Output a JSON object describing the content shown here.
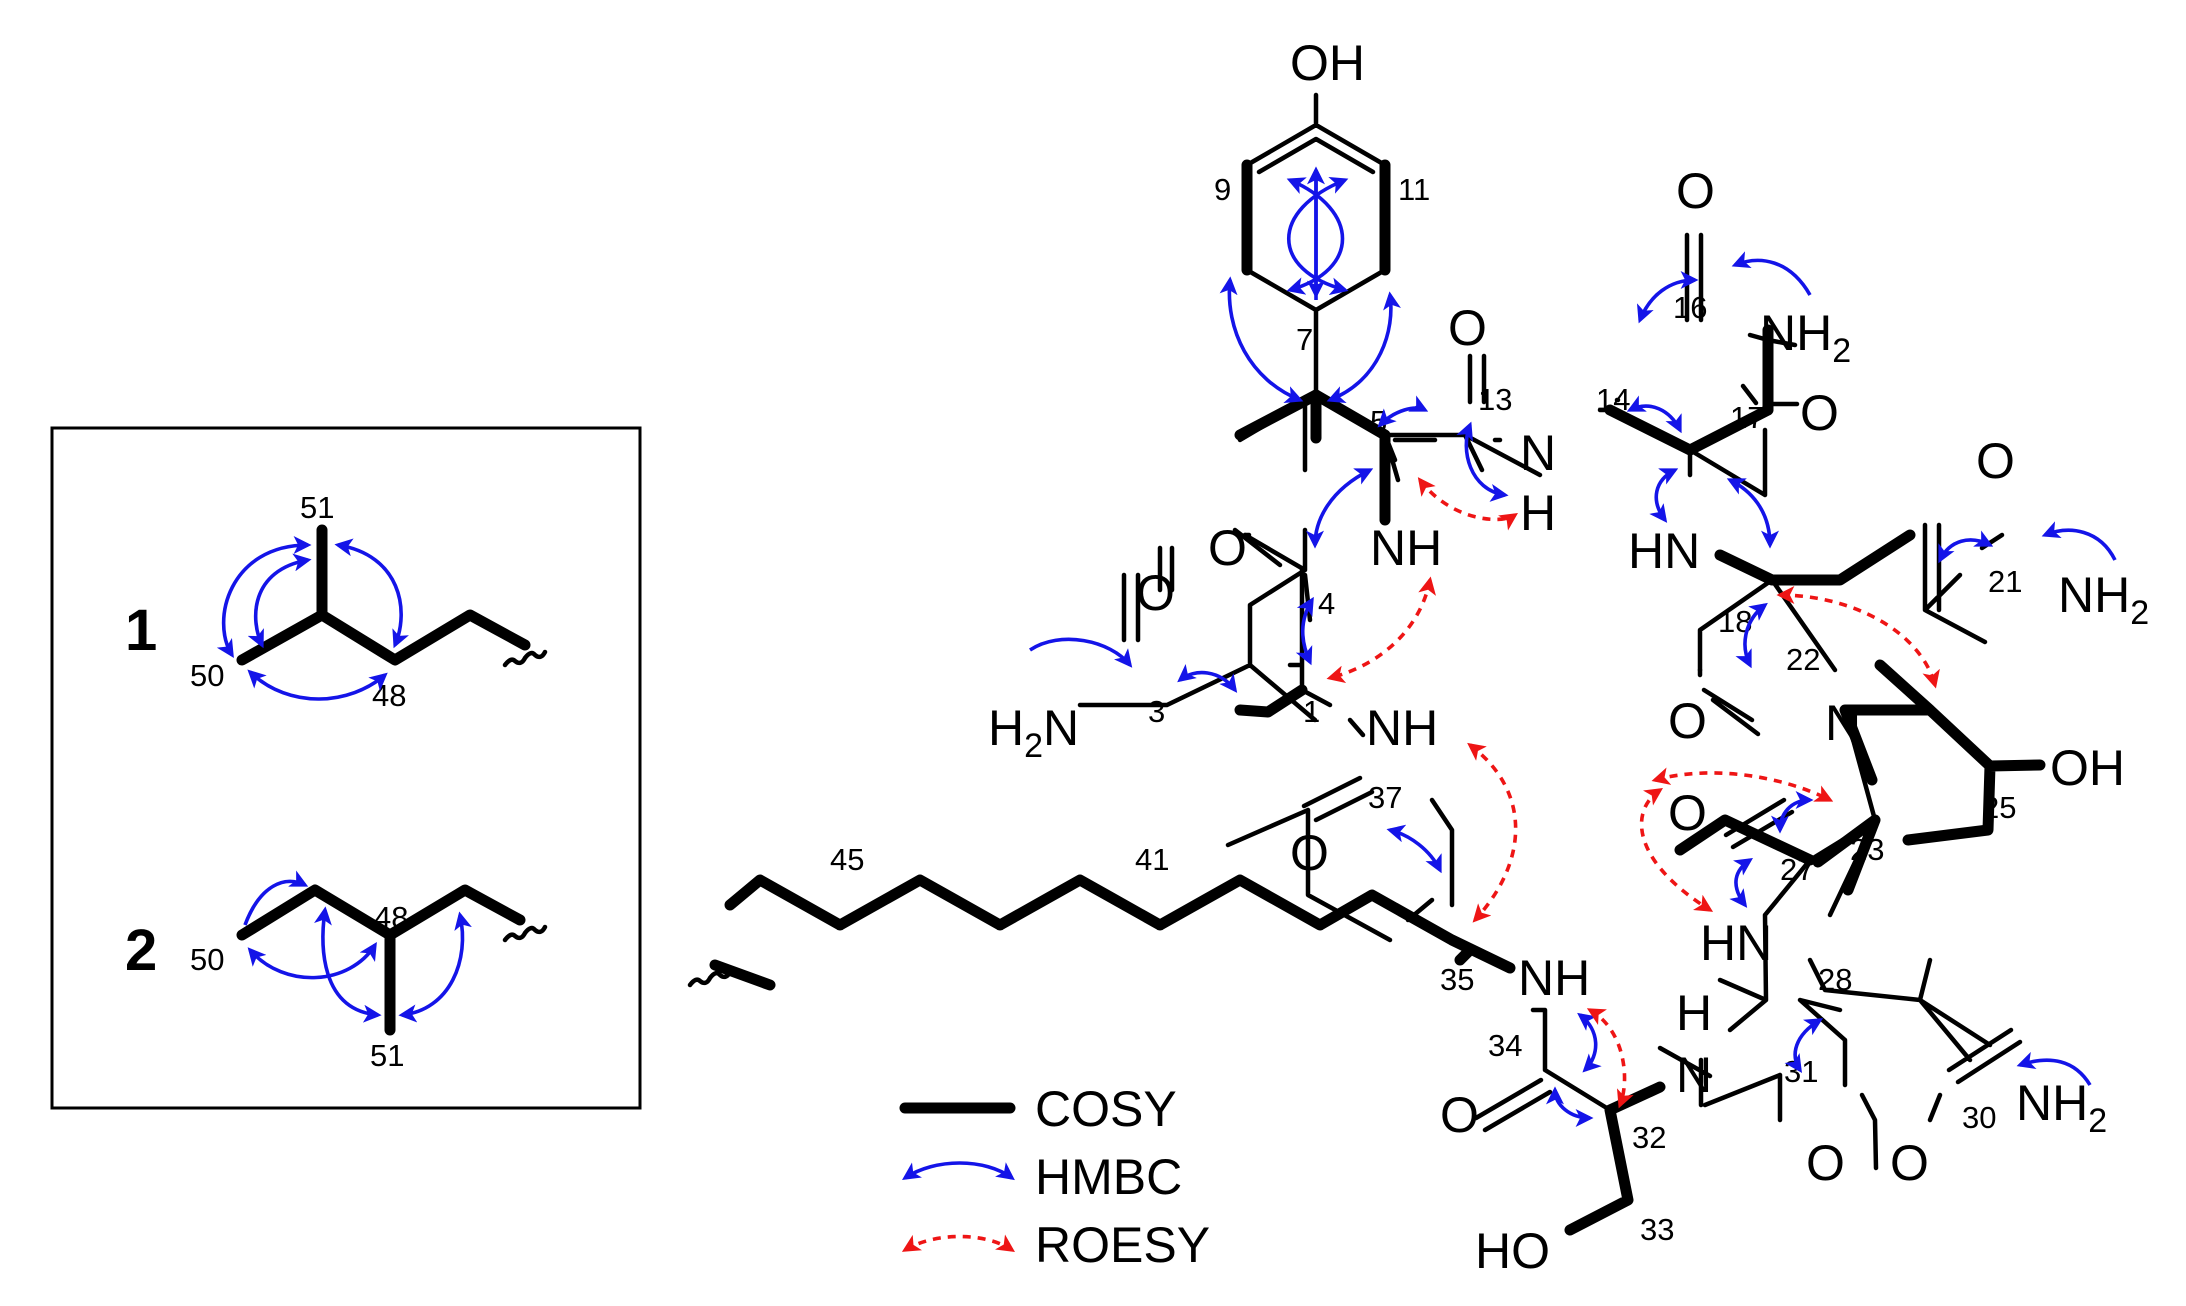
{
  "colors": {
    "bond": "#000000",
    "cosy": "#000000",
    "hmbc": "#1414e8",
    "roesy": "#ee1515"
  },
  "legend": {
    "cosy_label": "COSY",
    "hmbc_label": "HMBC",
    "roesy_label": "ROESY"
  },
  "inset": {
    "compound_1_label": "1",
    "compound_2_label": "2",
    "c1_labels": {
      "c51": "51",
      "c50": "50",
      "c48": "48"
    },
    "c2_labels": {
      "c50": "50",
      "c48": "48",
      "c51": "51"
    }
  },
  "molecule": {
    "atoms": {
      "oh_top": "OH",
      "o_13": "O",
      "o_16": "O",
      "nh2_16": "NH",
      "nh2_16_sub": "2",
      "nh_13": "N",
      "h_13": "H",
      "o_17": "O",
      "nh_5": "NH",
      "o_4": "O",
      "hn_18": "HN",
      "o_21": "O",
      "nh2_21": "NH",
      "nh2_21_sub": "2",
      "o_3": "O",
      "h2n_3_h": "H",
      "h2n_3_sub": "2",
      "h2n_3_n": "N",
      "nh_1": "NH",
      "o_22": "O",
      "n_pro": "N",
      "oh_25": "OH",
      "o_37": "O",
      "o_27": "O",
      "hn_27": "HN",
      "nh_35": "NH",
      "h_32": "H",
      "n_32": "N",
      "nh2_30": "NH",
      "nh2_30_sub": "2",
      "o_34": "O",
      "o_31": "O",
      "o_30": "O",
      "ho_33": "HO"
    },
    "numbers": {
      "n1": "1",
      "n3": "3",
      "n4": "4",
      "n5": "5",
      "n7": "7",
      "n9": "9",
      "n11": "11",
      "n13": "13",
      "n14": "14",
      "n16": "16",
      "n17": "17",
      "n18": "18",
      "n21": "21",
      "n22": "22",
      "n23": "23",
      "n25": "25",
      "n27": "27",
      "n28": "28",
      "n30": "30",
      "n31": "31",
      "n32": "32",
      "n33": "33",
      "n34": "34",
      "n35": "35",
      "n37": "37",
      "n41": "41",
      "n45": "45"
    }
  }
}
